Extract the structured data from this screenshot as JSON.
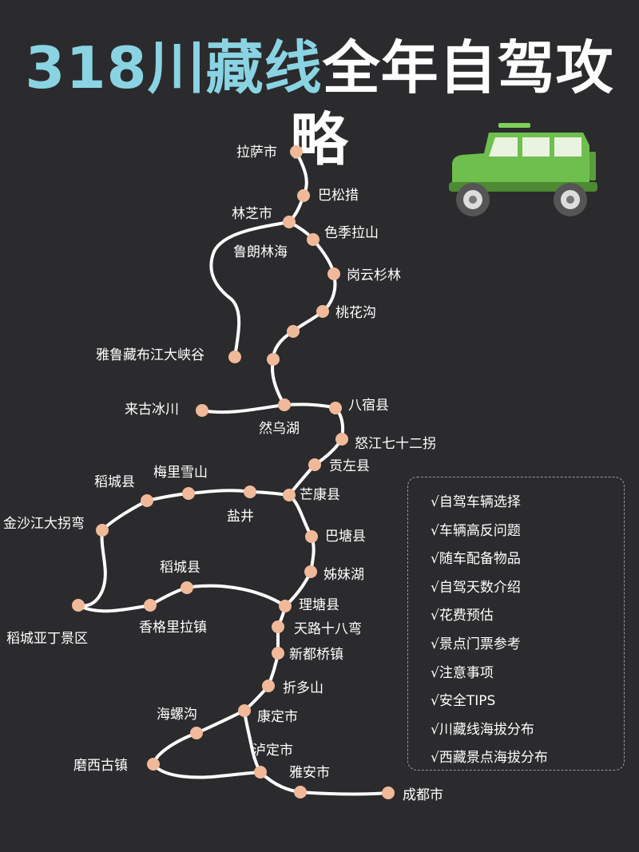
{
  "title": {
    "highlight": "318川藏线",
    "rest": "全年自驾攻略"
  },
  "colors": {
    "background": "#2b2b2d",
    "title_accent": "#8ad3e3",
    "route_line": "#ffffff",
    "stop_dot": "#f0b99a",
    "vehicle": "#6fbf4e"
  },
  "stops": [
    "拉萨市",
    "巴松措",
    "林芝市",
    "色季拉山",
    "鲁朗林海",
    "岗云杉林",
    "桃花沟",
    "雅鲁藏布江大峡谷",
    "来古冰川",
    "八宿县",
    "然乌湖",
    "怒江七十二拐",
    "贡左县",
    "芒康县",
    "梅里雪山",
    "稻城县",
    "金沙江大拐弯",
    "盐井",
    "巴塘县",
    "姊妹湖",
    "稻城县",
    "稻城亚丁景区",
    "香格里拉镇",
    "理塘县",
    "天路十八弯",
    "新都桥镇",
    "折多山",
    "海螺沟",
    "康定市",
    "泸定市",
    "磨西古镇",
    "雅安市",
    "成都市"
  ],
  "guide_items": [
    "√自驾车辆选择",
    "√车辆高反问题",
    "√随车配备物品",
    "√自驾天数介绍",
    "√花费预估",
    "√景点门票参考",
    "√注意事项",
    "√安全TIPS",
    "√川藏线海拔分布",
    "√西藏景点海拔分布"
  ],
  "icons": {
    "vehicle": "suv-jeep-icon"
  }
}
